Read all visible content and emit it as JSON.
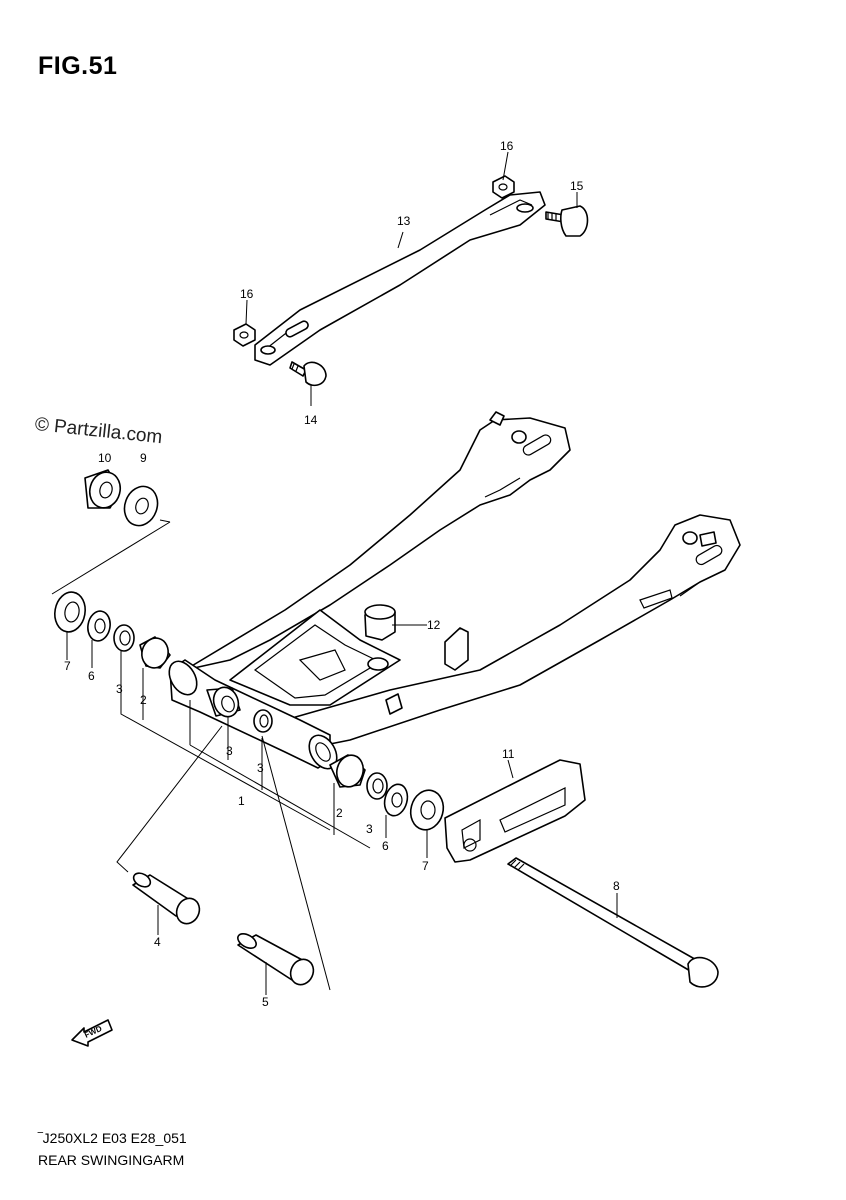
{
  "figure": {
    "title": "FIG.51"
  },
  "watermark": "© Partzilla.com",
  "footer": {
    "code": "‾J250XL2 E03 E28_051",
    "caption": "REAR SWINGINGARM"
  },
  "callouts": {
    "c1": "1",
    "c2a": "2",
    "c2b": "2",
    "c3a": "3",
    "c3b": "3",
    "c3c": "3",
    "c3d": "3",
    "c4": "4",
    "c5": "5",
    "c6a": "6",
    "c6b": "6",
    "c7a": "7",
    "c7b": "7",
    "c8": "8",
    "c9": "9",
    "c10": "10",
    "c11": "11",
    "c12": "12",
    "c13": "13",
    "c14": "14",
    "c15": "15",
    "c16a": "16",
    "c16b": "16"
  },
  "fwd_marker": "FWD"
}
